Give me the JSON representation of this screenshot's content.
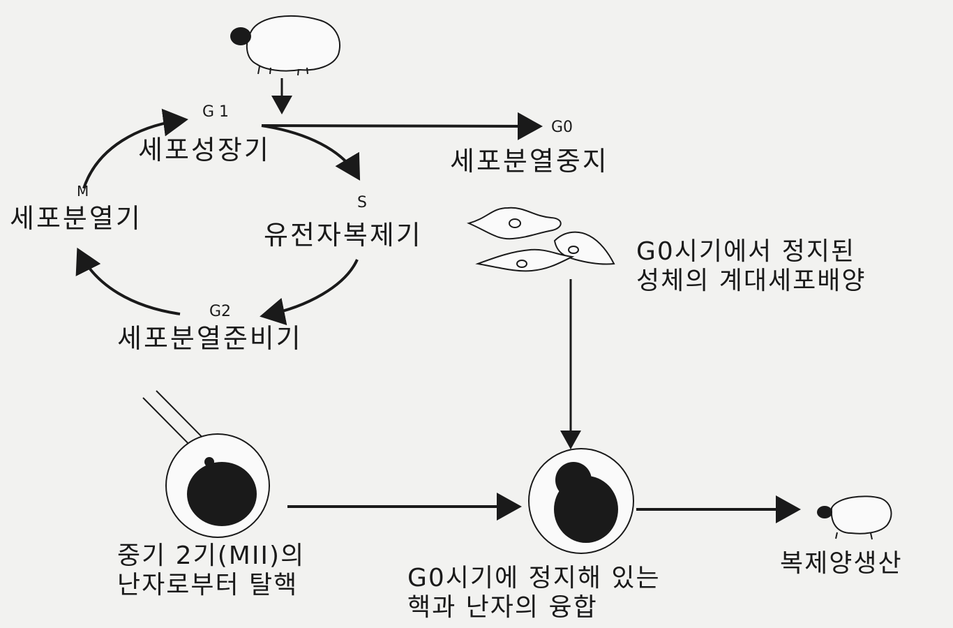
{
  "cycle": {
    "g1": {
      "code": "G 1",
      "label": "세포성장기"
    },
    "s": {
      "code": "S",
      "label": "유전자복제기"
    },
    "g2": {
      "code": "G2",
      "label": "세포분열준비기"
    },
    "m": {
      "code": "M",
      "label": "세포분열기"
    },
    "g0": {
      "code": "G0",
      "label": "세포분열중지"
    }
  },
  "culture": {
    "line1": "G0시기에서 정지된",
    "line2": "성체의 계대세포배양"
  },
  "enucleation": {
    "line1": "중기 2기(MII)의",
    "line2": "난자로부터 탈핵"
  },
  "fusion": {
    "line1": "G0시기에 정지해 있는",
    "line2": "핵과 난자의 융합"
  },
  "result": {
    "label": "복제양생산"
  }
}
